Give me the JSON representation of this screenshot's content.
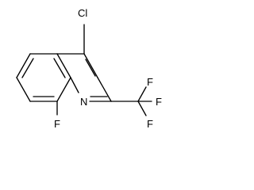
{
  "molecule": {
    "labels": {
      "chlorine": "Cl",
      "fluorine_ring": "F",
      "nitrogen": "N",
      "cf3_fluorine_top": "F",
      "cf3_fluorine_right": "F",
      "cf3_fluorine_bottom": "F"
    }
  }
}
